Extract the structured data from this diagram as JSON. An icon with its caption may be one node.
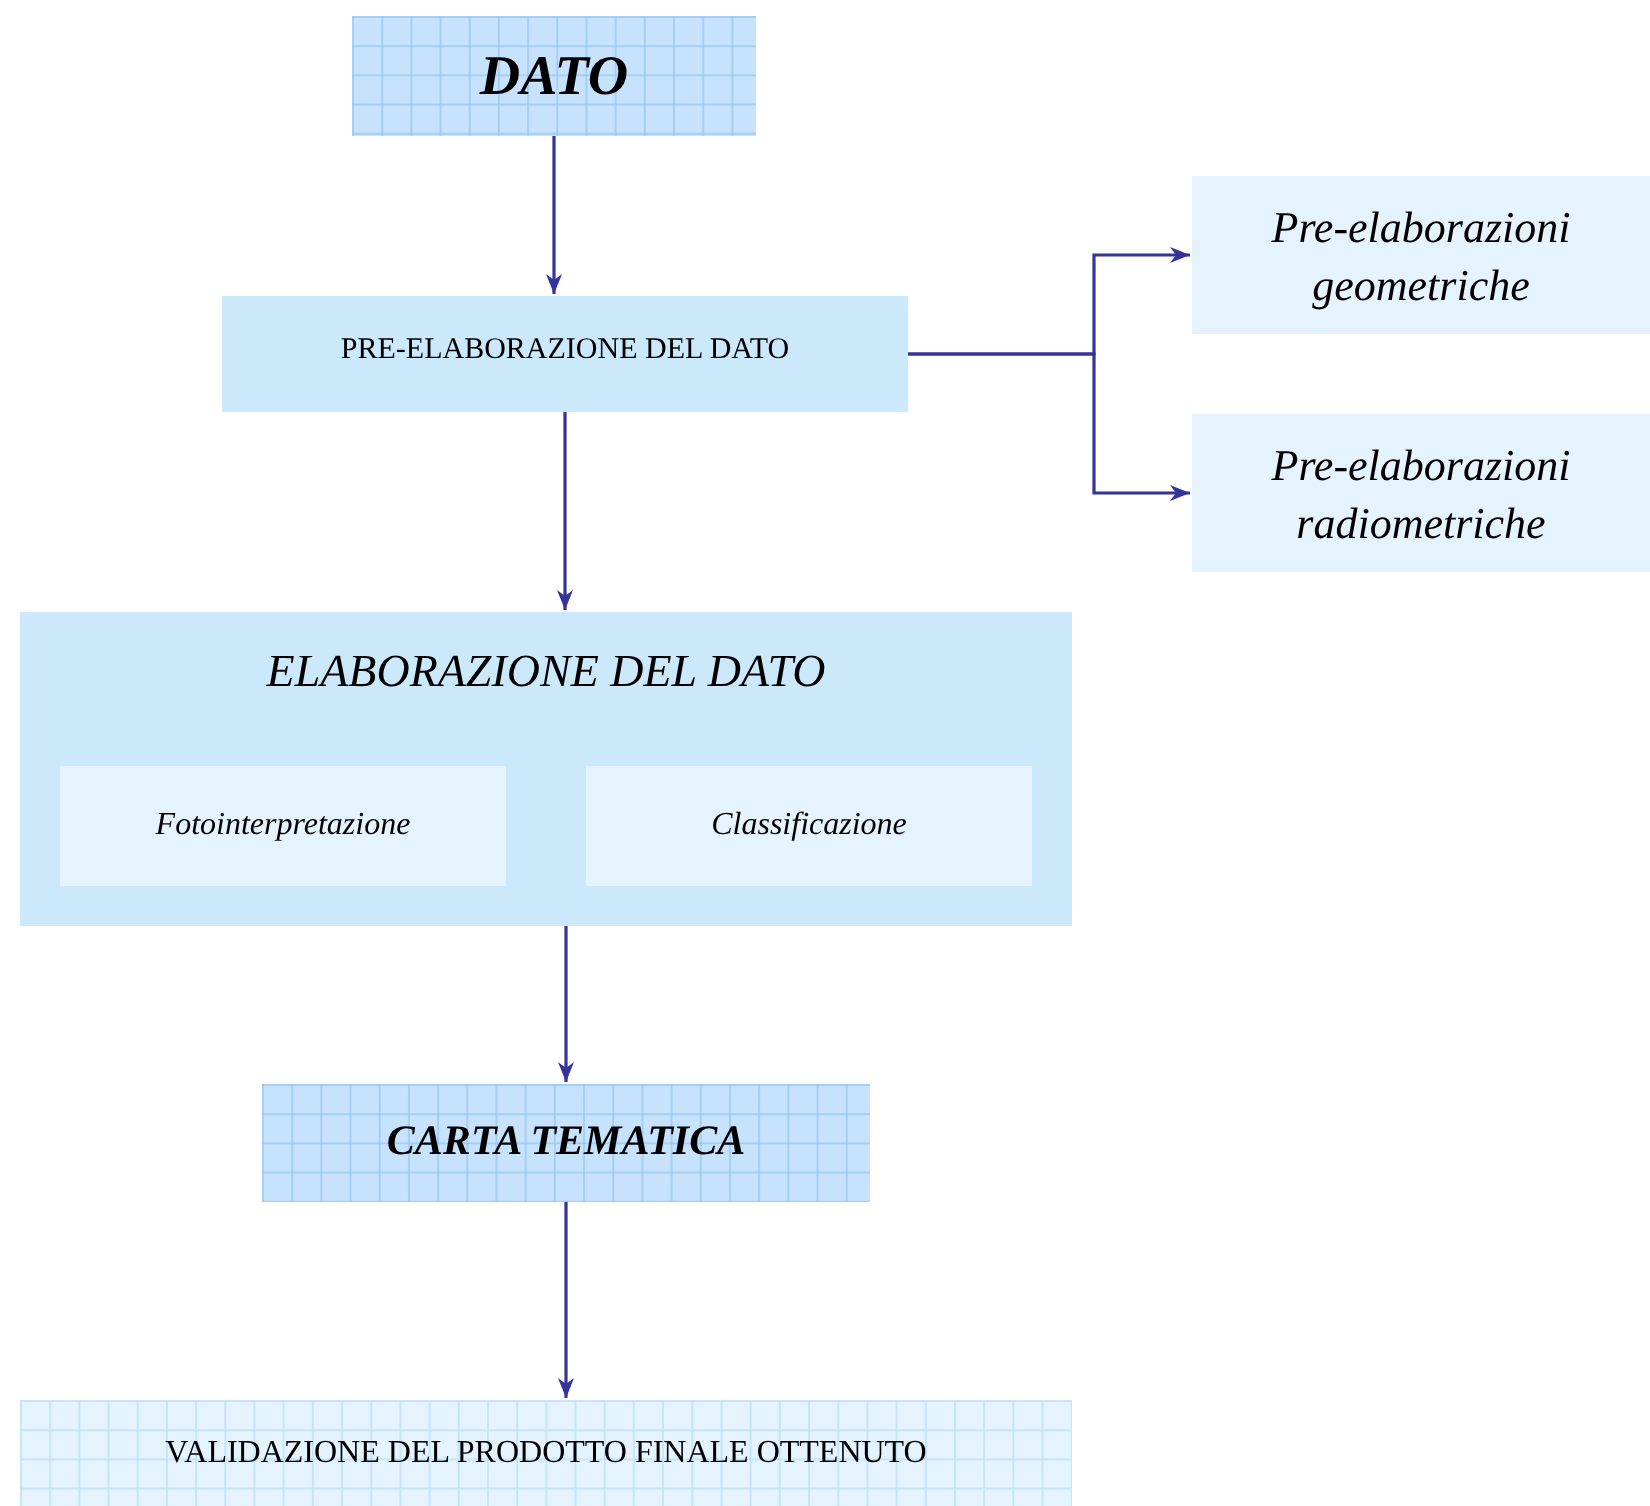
{
  "diagram": {
    "nodes": [
      {
        "text": [
          "DATO"
        ]
      },
      {
        "text": [
          "PRE-ELABORAZIONE DEL DATO"
        ]
      },
      {
        "text": [
          "Pre-elaborazioni geometriche"
        ]
      },
      {
        "text": [
          "Pre-elaborazioni radiometriche"
        ]
      },
      {
        "text": [
          "ELABORAZIONE DEL DATO"
        ]
      },
      {
        "text": [
          "Fotointerpretazione"
        ],
        "in": 4
      },
      {
        "text": [
          "Classificazione"
        ],
        "in": 4
      },
      {
        "text": [
          "CARTA TEMATICA"
        ]
      },
      {
        "text": [
          "VALIDAZIONE DEL PRODOTTO FINALE OTTENUTO"
        ]
      }
    ],
    "edges": [
      {
        "from": 0,
        "to": 1,
        "arrow": "to"
      },
      {
        "from": 1,
        "to": 2,
        "arrow": "to"
      },
      {
        "from": 1,
        "to": 3,
        "arrow": "to"
      },
      {
        "from": 1,
        "to": 4,
        "arrow": "to"
      },
      {
        "from": 4,
        "to": 7,
        "arrow": "to"
      },
      {
        "from": 7,
        "to": 8,
        "arrow": "to"
      }
    ]
  }
}
